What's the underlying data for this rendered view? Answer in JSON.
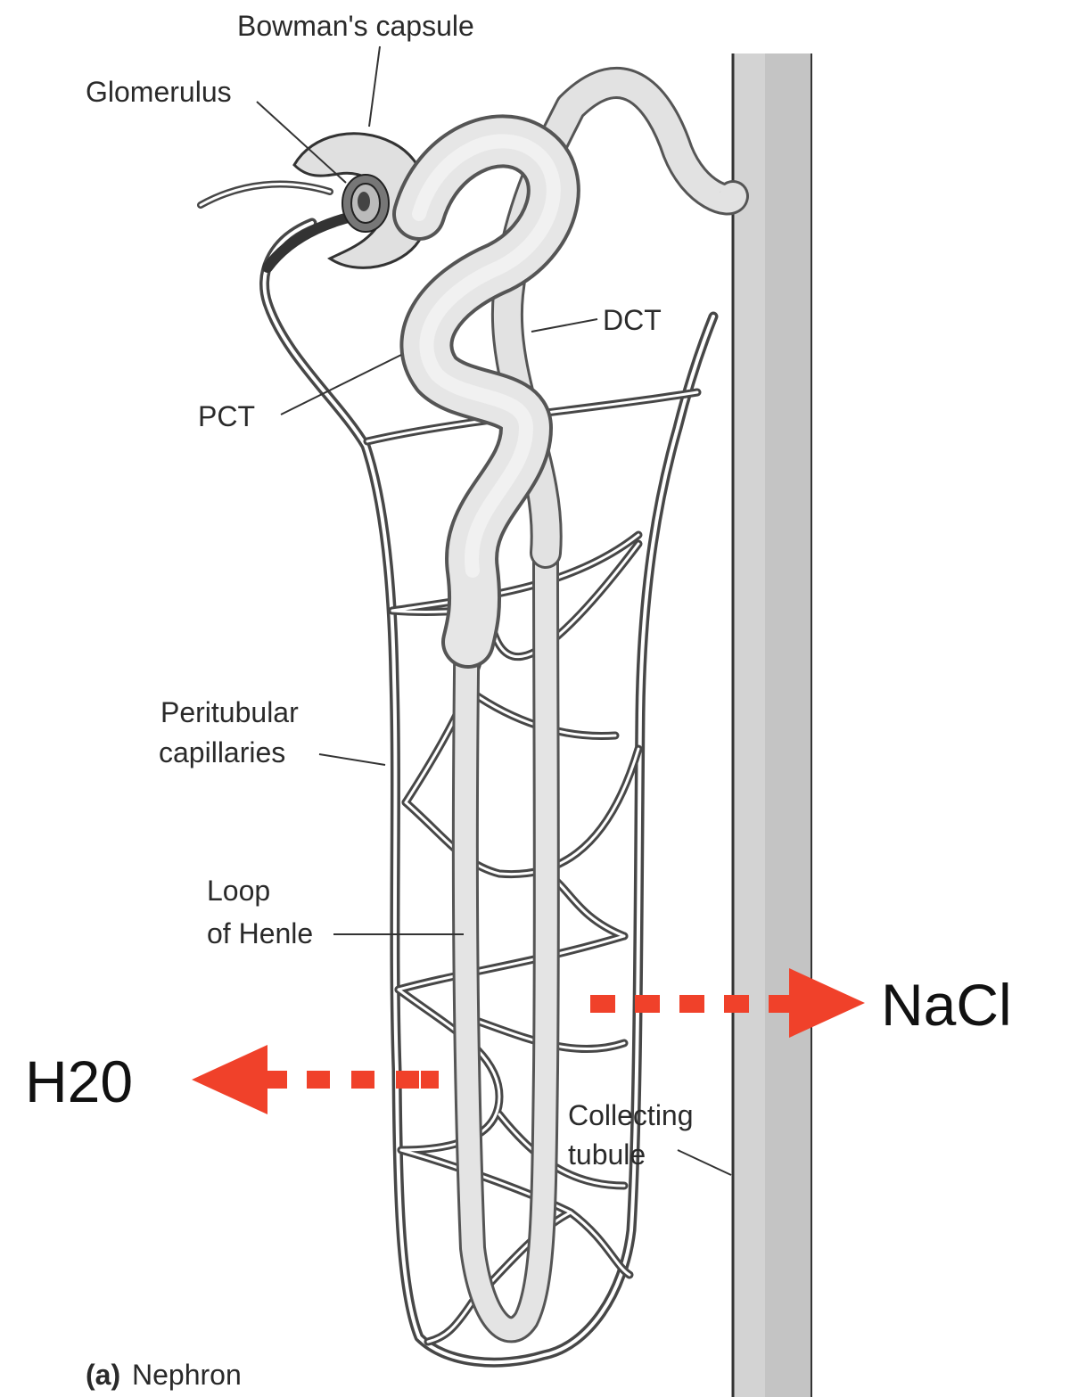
{
  "labels": {
    "bowmans_capsule": "Bowman's capsule",
    "glomerulus": "Glomerulus",
    "dct": "DCT",
    "pct": "PCT",
    "peritubular_line1": "Peritubular",
    "peritubular_line2": "capillaries",
    "loop_line1": "Loop",
    "loop_line2": "of Henle",
    "collecting_line1": "Collecting",
    "collecting_line2": "tubule",
    "caption_letter": "(a)",
    "caption_text": "Nephron"
  },
  "annotations": {
    "nacl": "NaCl",
    "h2o": "H20"
  },
  "colors": {
    "arrow": "#f0412a",
    "tubule_fill": "#dedede",
    "tubule_edge": "#555555",
    "capillary": "#4a4a4a",
    "collecting_duct": "#cfcfcf"
  }
}
